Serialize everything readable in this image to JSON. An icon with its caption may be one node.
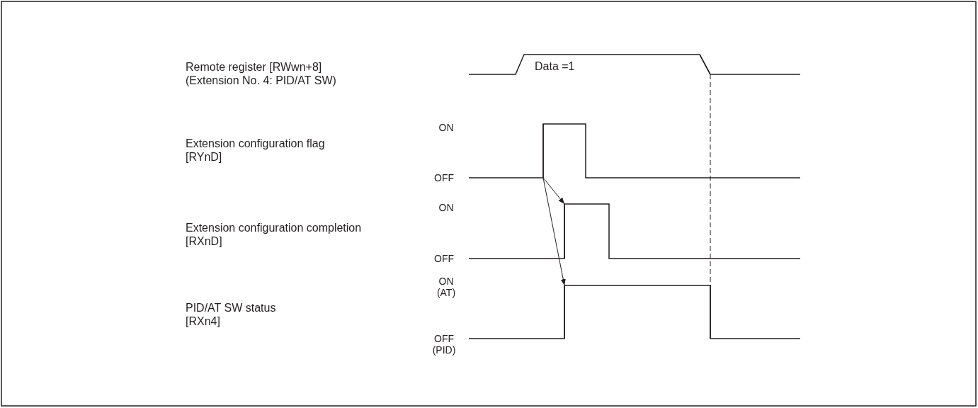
{
  "diagram": {
    "nodes": [
      {
        "text": [],
        "shape": "line"
      },
      {
        "text": [],
        "shape": "line"
      },
      {
        "text": [],
        "shape": "line"
      },
      {
        "text": [],
        "shape": "line"
      },
      {
        "text": [],
        "shape": "line"
      }
    ],
    "edges": [
      {
        "from": 1,
        "to": 2,
        "arrow": "to"
      },
      {
        "from": 1,
        "to": 3,
        "arrow": "to"
      },
      {
        "from": 0,
        "to": 4,
        "arrow": "none",
        "style": "dashed"
      }
    ],
    "labels": [
      "Remote register [RWwn+8] (Extension No. 4: PID/AT SW)",
      "Data =1",
      "ON",
      "Extension configuration flag [RYnD]",
      "OFF",
      "ON",
      "Extension configuration completion [RXnD]",
      "OFF",
      "ON (AT)",
      "PID/AT SW status [RXn4]",
      "OFF (PID)"
    ]
  }
}
